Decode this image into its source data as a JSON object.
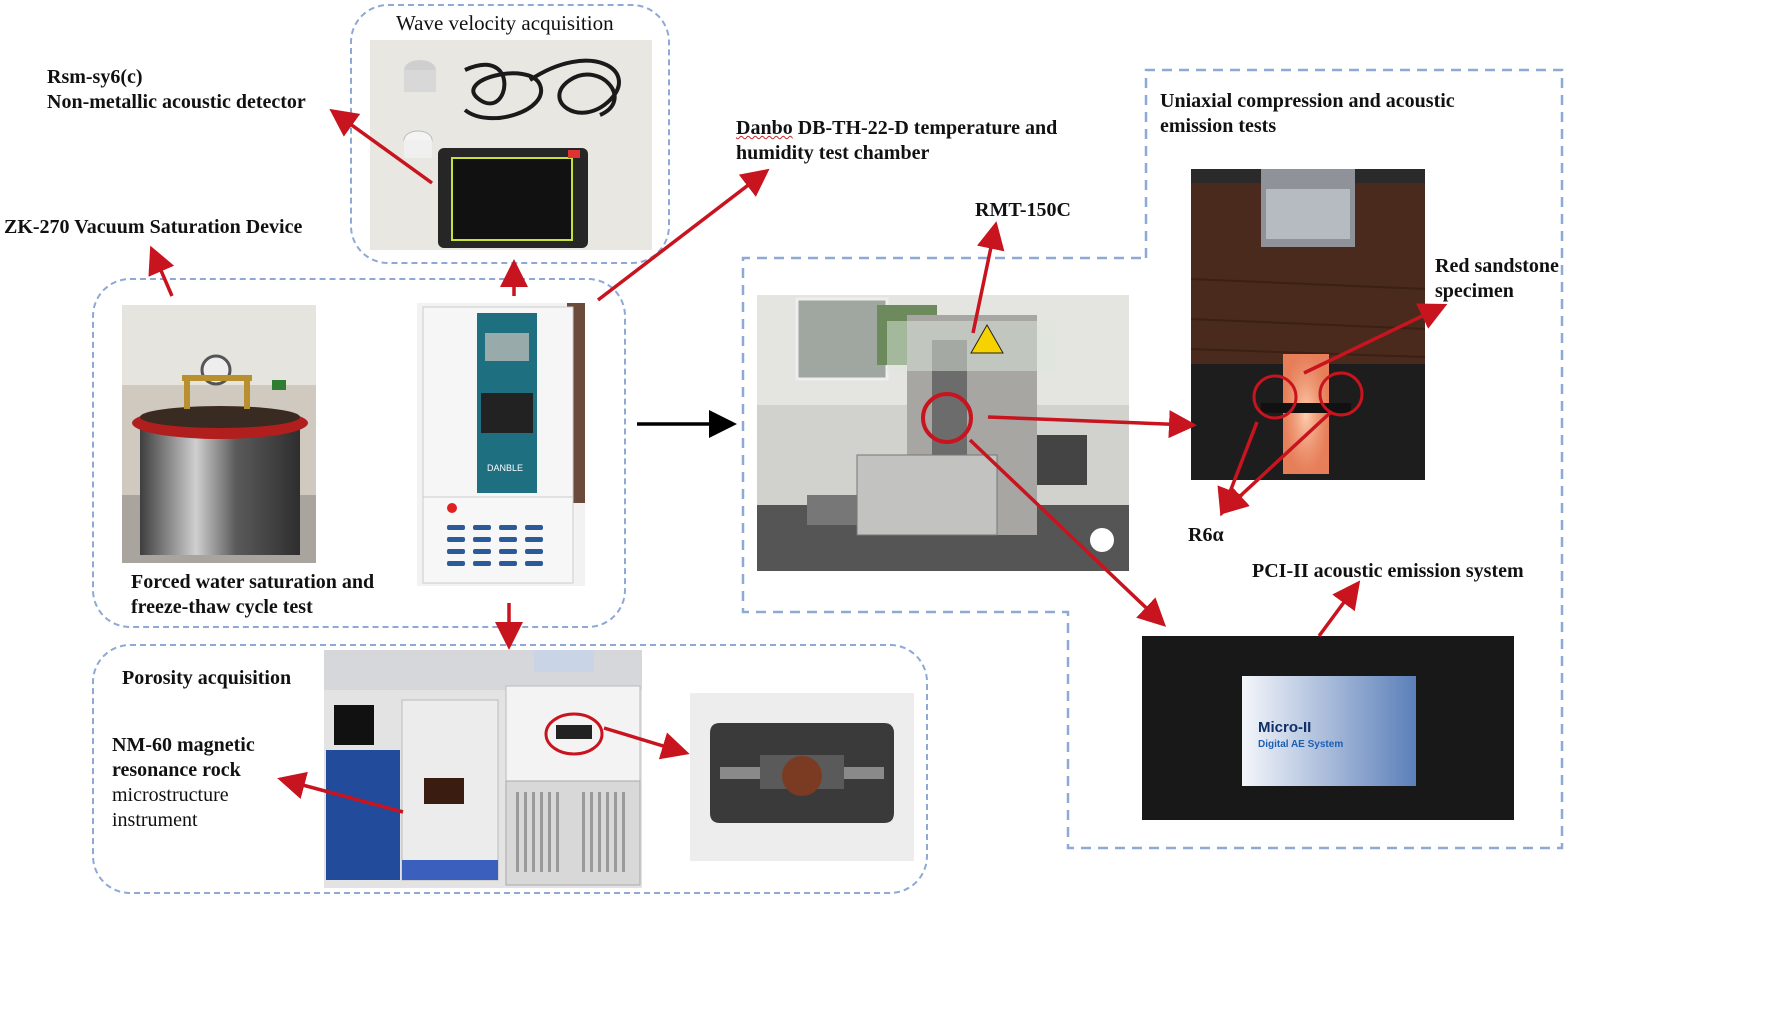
{
  "labels": {
    "wave_velocity": "Wave velocity acquisition",
    "rsm_model": "Rsm-sy6(c)",
    "rsm_desc": "Non-metallic acoustic detector",
    "danbo_line1_word": "Danbo",
    "danbo_line1_rest": " DB-TH-22-D temperature and",
    "danbo_line2": "humidity test chamber",
    "zk270": "ZK-270 Vacuum Saturation Device",
    "forced_line1": "Forced water saturation and",
    "forced_line2": "freeze-thaw cycle test",
    "porosity": "Porosity acquisition",
    "nm60_line1": "NM-60 magnetic",
    "nm60_line2": "resonance rock",
    "nm60_line3": "microstructure",
    "nm60_line4": "instrument",
    "uniaxial_line1": "Uniaxial compression and acoustic",
    "uniaxial_line2": "emission tests",
    "rmt": "RMT-150C",
    "red_sandstone_line1": "Red sandstone",
    "red_sandstone_line2": "specimen",
    "r6a": "R6α",
    "pci": "PCI-II acoustic emission system"
  },
  "photo_text": {
    "chamber_brand": "DANBLE",
    "micro_title": "Micro-II",
    "micro_sub": "Digital AE System"
  },
  "colors": {
    "arrow_red": "#c8141e",
    "box_dash": "#8ea9d6",
    "arrow_black": "#000000"
  }
}
